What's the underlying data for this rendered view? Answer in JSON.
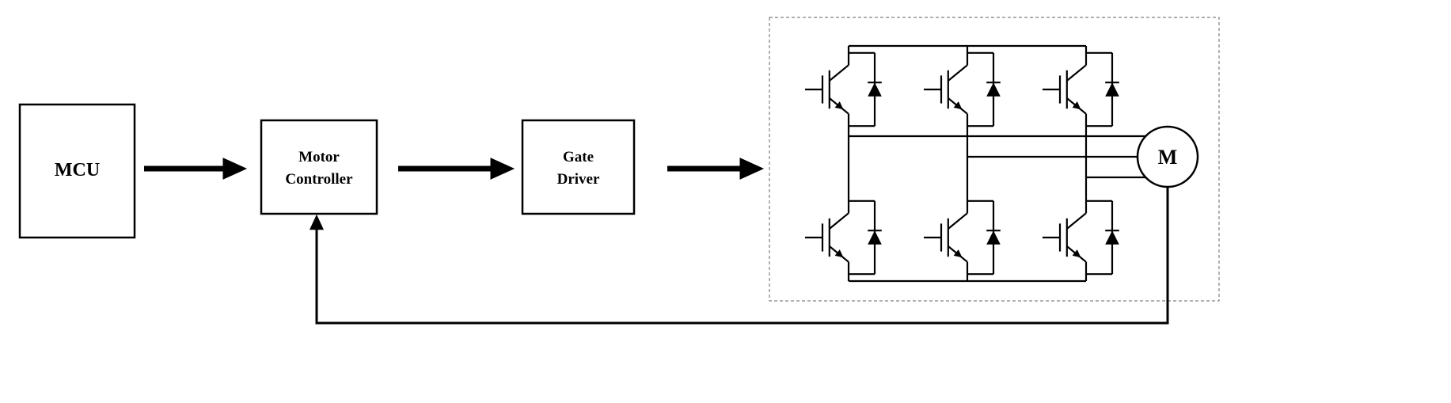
{
  "diagram": {
    "blocks": {
      "mcu": {
        "label": "MCU"
      },
      "motor_controller": {
        "line1": "Motor",
        "line2": "Controller"
      },
      "gate_driver": {
        "line1": "Gate",
        "line2": "Driver"
      },
      "motor": {
        "label": "M"
      }
    },
    "colors": {
      "stroke": "#000000",
      "dashed_border": "#808080",
      "background": "#ffffff"
    }
  }
}
